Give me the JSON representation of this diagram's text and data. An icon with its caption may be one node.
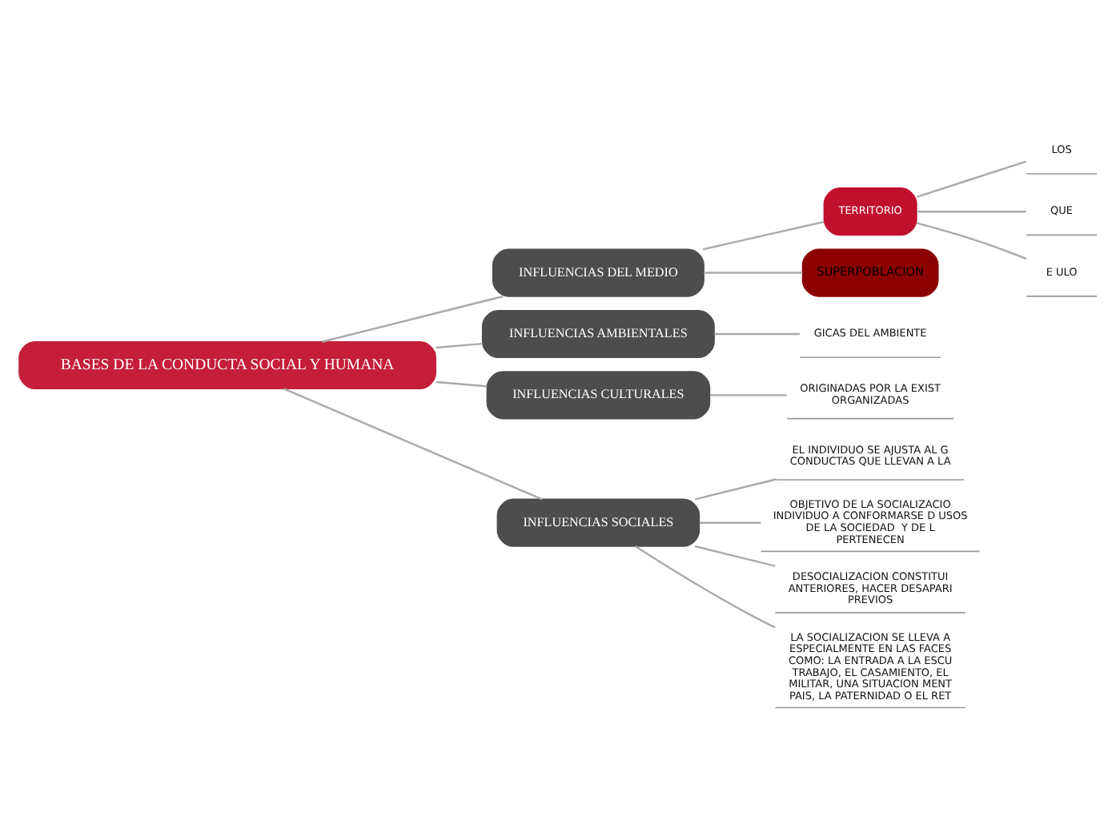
{
  "diagram": {
    "nodes": [
      {
        "text": [
          "BASES DE LA CONDUCTA SOCIAL Y HUMANA"
        ]
      },
      {
        "text": [
          "INFLUENCIAS DEL MEDIO"
        ]
      },
      {
        "text": [
          "TERRITORIO"
        ]
      },
      {
        "text": [
          "LOS"
        ]
      },
      {
        "text": [
          "QUE"
        ]
      },
      {
        "text": [
          "E ULO"
        ]
      },
      {
        "text": [
          "SUPERPOBLACION"
        ]
      },
      {
        "text": [
          "INFLUENCIAS AMBIENTALES"
        ]
      },
      {
        "text": [
          "GICAS DEL AMBIENTE"
        ]
      },
      {
        "text": [
          "INFLUENCIAS CULTURALES"
        ]
      },
      {
        "text": [
          "ORIGINADAS POR LA EXIST ORGANIZADAS"
        ]
      },
      {
        "text": [
          "INFLUENCIAS SOCIALES"
        ]
      },
      {
        "text": [
          "EL INDIVIDUO SE AJUSTA AL G CONDUCTAS QUE LLEVAN A LA"
        ]
      },
      {
        "text": [
          "OBJETIVO DE LA SOCIALIZACIO INDIVIDUO A CONFORMARSE D USOS DE LA SOCIEDAD  Y DE L PERTENECEN"
        ]
      },
      {
        "text": [
          "DESOCIALIZACION CONSTITUI ANTERIORES, HACER DESAPARI PREVIOS"
        ]
      },
      {
        "text": [
          "LA SOCIALIZACION SE LLEVA A ESPECIALMENTE EN LAS FACES COMO: LA ENTRADA A LA ESCU TRABAJO, EL CASAMIENTO, EL MILITAR, UNA SITUACION MENT PAIS, LA PATERNIDAD O EL RET"
        ]
      }
    ],
    "edges": [
      {
        "from": 0,
        "to": 1,
        "arrow": "none"
      },
      {
        "from": 1,
        "to": 2,
        "arrow": "none"
      },
      {
        "from": 2,
        "to": 3,
        "arrow": "none"
      },
      {
        "from": 2,
        "to": 4,
        "arrow": "none"
      },
      {
        "from": 2,
        "to": 5,
        "arrow": "none"
      },
      {
        "from": 1,
        "to": 6,
        "arrow": "none"
      },
      {
        "from": 0,
        "to": 7,
        "arrow": "none"
      },
      {
        "from": 7,
        "to": 8,
        "arrow": "none"
      },
      {
        "from": 0,
        "to": 9,
        "arrow": "none"
      },
      {
        "from": 9,
        "to": 10,
        "arrow": "none"
      },
      {
        "from": 0,
        "to": 11,
        "arrow": "none"
      },
      {
        "from": 11,
        "to": 12,
        "arrow": "none"
      },
      {
        "from": 11,
        "to": 13,
        "arrow": "none"
      },
      {
        "from": 11,
        "to": 14,
        "arrow": "none"
      },
      {
        "from": 11,
        "to": 15,
        "arrow": "none"
      }
    ]
  }
}
